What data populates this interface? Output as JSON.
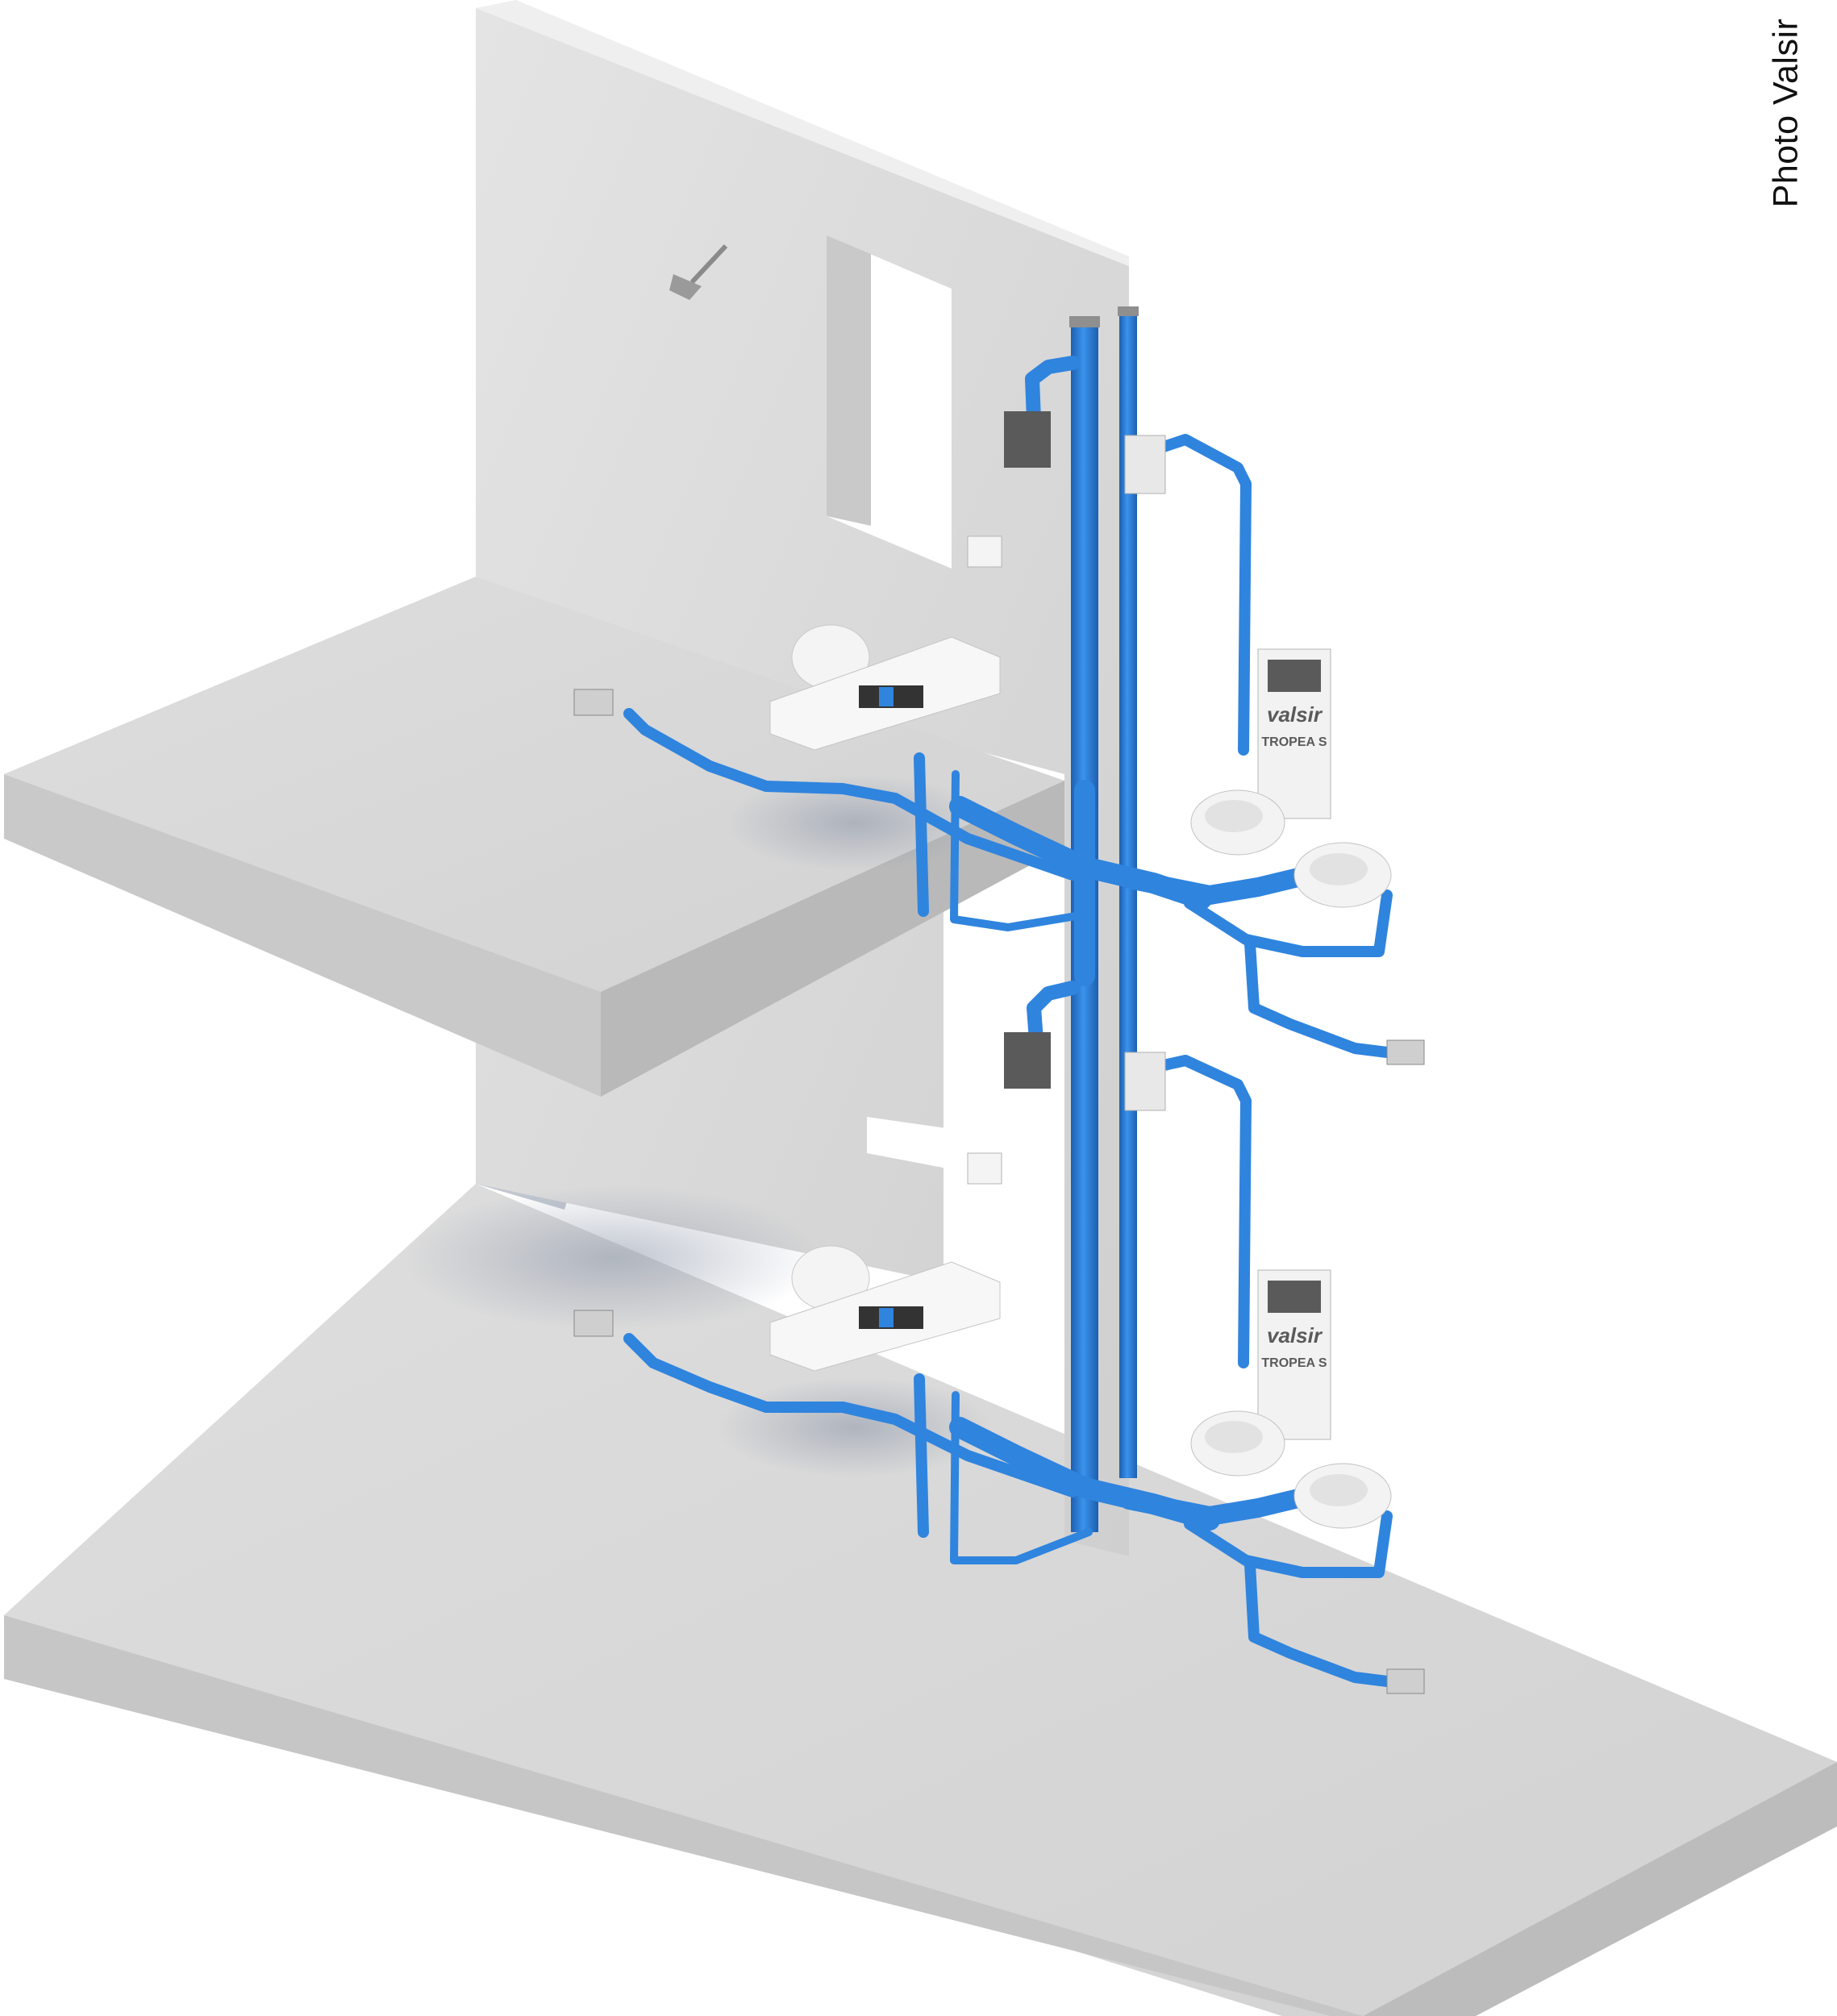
{
  "credit": "Photo Valsir",
  "frame_logo": "valsir",
  "frame_model": "TROPEA S",
  "colors": {
    "pipe": "#2f84de",
    "pipe_dark": "#1e63b4",
    "concrete": "#d9d9d9",
    "concrete_side": "#c4c4c4",
    "wall": "#dcdcdc"
  }
}
